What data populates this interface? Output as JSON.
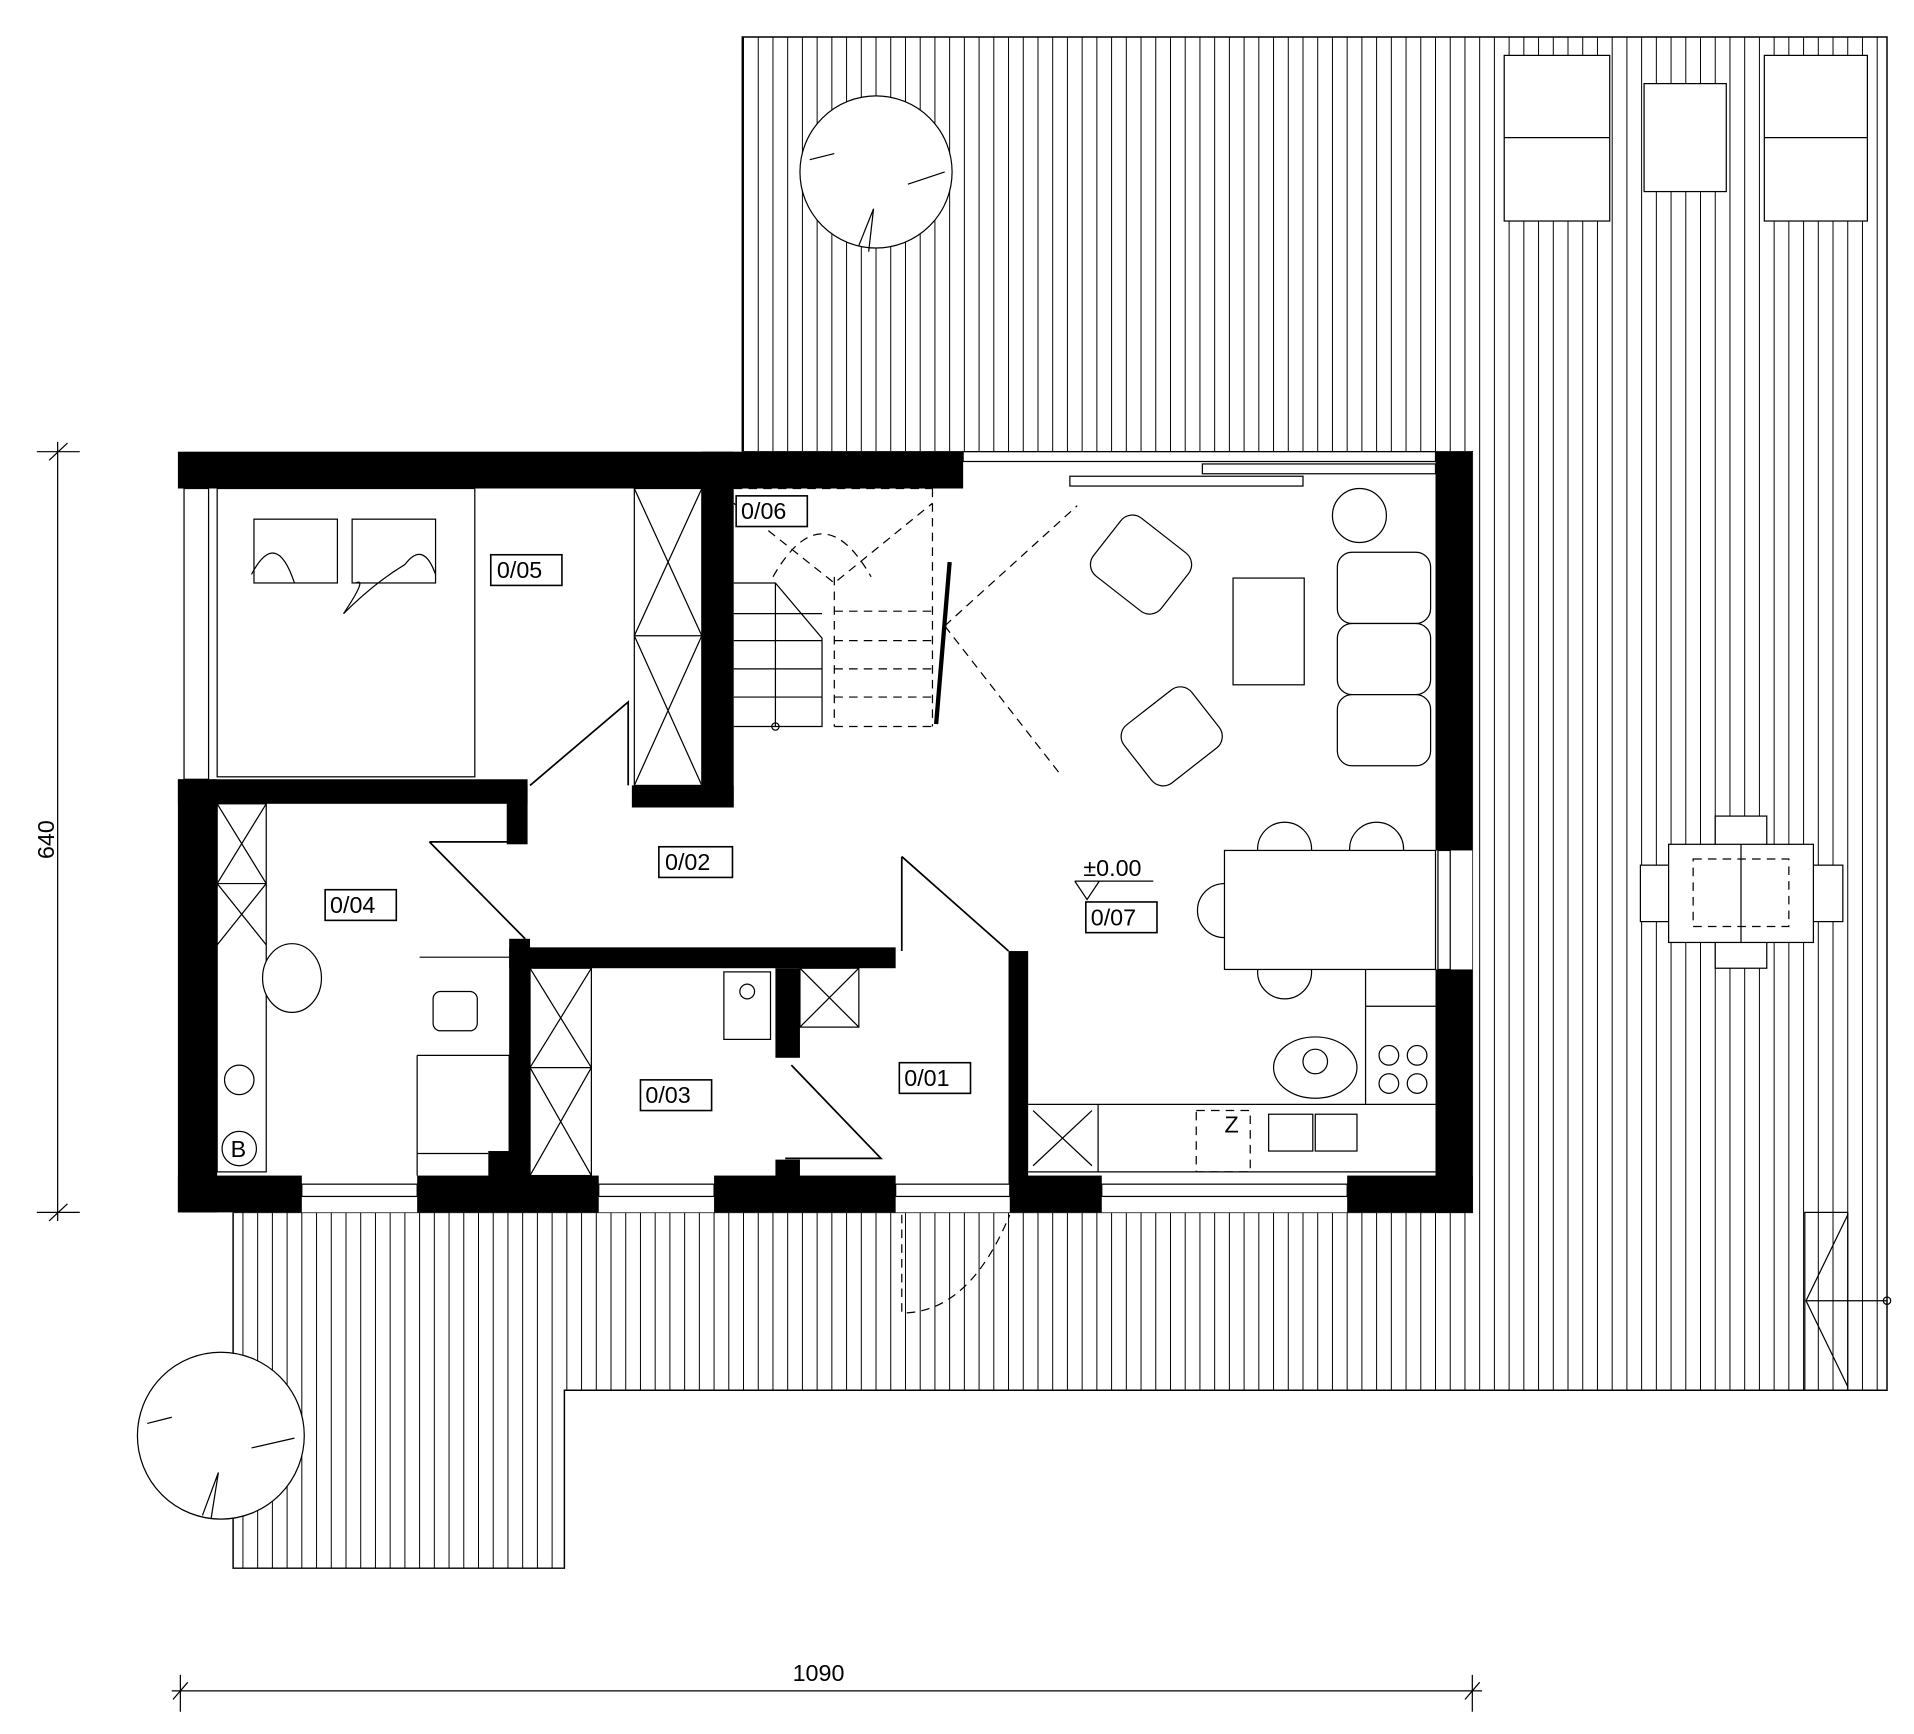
{
  "plan": {
    "rooms": [
      {
        "id": "0/01"
      },
      {
        "id": "0/02"
      },
      {
        "id": "0/03"
      },
      {
        "id": "0/04"
      },
      {
        "id": "0/05"
      },
      {
        "id": "0/06"
      },
      {
        "id": "0/07"
      }
    ],
    "level_mark": "±0.00",
    "symbols": {
      "boiler": "B",
      "fridge": "Z"
    },
    "dimensions": {
      "height": "640",
      "width": "1090"
    }
  },
  "colors": {
    "ink": "#000000",
    "paper": "#ffffff"
  }
}
